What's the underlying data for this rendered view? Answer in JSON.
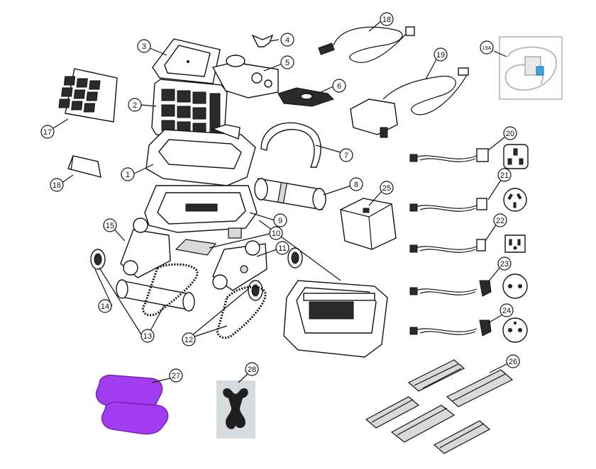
{
  "callouts": [
    {
      "id": "c1",
      "label": "1"
    },
    {
      "id": "c2",
      "label": "2"
    },
    {
      "id": "c3",
      "label": "3"
    },
    {
      "id": "c4",
      "label": "4"
    },
    {
      "id": "c5",
      "label": "5"
    },
    {
      "id": "c6",
      "label": "6"
    },
    {
      "id": "c7",
      "label": "7"
    },
    {
      "id": "c8",
      "label": "8"
    },
    {
      "id": "c9",
      "label": "9"
    },
    {
      "id": "c10",
      "label": "10"
    },
    {
      "id": "c11",
      "label": "11"
    },
    {
      "id": "c12",
      "label": "12"
    },
    {
      "id": "c13",
      "label": "13"
    },
    {
      "id": "c14",
      "label": "14"
    },
    {
      "id": "c15",
      "label": "15"
    },
    {
      "id": "c16",
      "label": "16"
    },
    {
      "id": "c17",
      "label": "17"
    },
    {
      "id": "c18",
      "label": "18"
    },
    {
      "id": "c19",
      "label": "19"
    },
    {
      "id": "c19a",
      "label": "19A"
    },
    {
      "id": "c20",
      "label": "20"
    },
    {
      "id": "c21",
      "label": "21"
    },
    {
      "id": "c22",
      "label": "22"
    },
    {
      "id": "c23",
      "label": "23"
    },
    {
      "id": "c24",
      "label": "24"
    },
    {
      "id": "c25",
      "label": "25"
    },
    {
      "id": "c26",
      "label": "26"
    },
    {
      "id": "c27",
      "label": "27"
    },
    {
      "id": "c28",
      "label": "28"
    }
  ],
  "colors": {
    "line": "#111111",
    "highlight_part_27": "#a23cf0",
    "part_fill": "#ffffff",
    "panel_28_bg": "#d6dbe0",
    "plug_accent_19a": "#3aa0e0"
  }
}
